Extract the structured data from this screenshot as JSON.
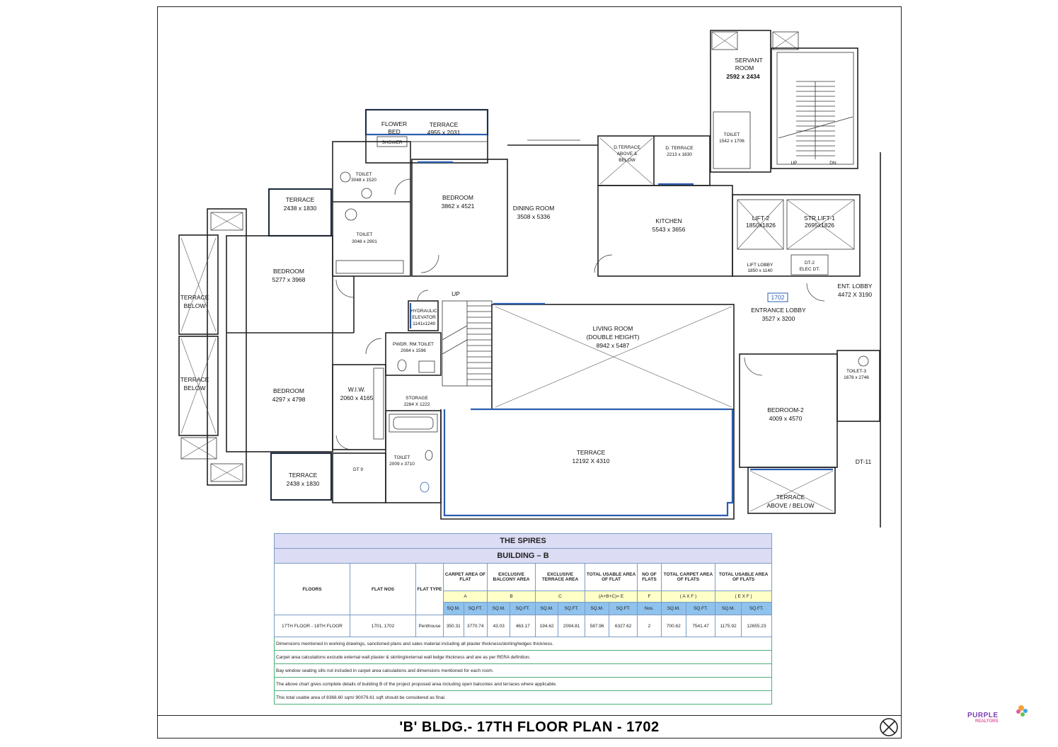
{
  "rooms": {
    "servant": {
      "name": "SERVANT",
      "name2": "ROOM",
      "dim": "2592 x 2434"
    },
    "flower_bed": {
      "name": "FLOWER",
      "name2": "BED"
    },
    "terrace_top": {
      "name": "TERRACE",
      "dim": "4955 x 2031"
    },
    "shower": {
      "name": "SHOWER"
    },
    "toilet1": {
      "name": "TOILET",
      "dim": "3048 x 1520"
    },
    "toilet2": {
      "name": "TOILET",
      "dim": "3048 x 2901"
    },
    "bedroom_top": {
      "name": "BEDROOM",
      "dim": "3862 x 4521"
    },
    "dining": {
      "name": "DINING ROOM",
      "dim": "3508 x 5336"
    },
    "dterrace1": {
      "name": "D.TERRACE",
      "name2": "ABOVE &",
      "name3": "BELOW"
    },
    "dterrace2": {
      "name": "D. TERRACE",
      "dim": "2213 x 1830"
    },
    "toilet_servant": {
      "name": "TOILET",
      "dim": "1542 x 1706"
    },
    "kitchen": {
      "name": "KITCHEN",
      "dim": "5543 x 3656"
    },
    "terrace_left_top": {
      "name": "TERRACE",
      "dim": "2438 x 1830"
    },
    "bedroom_left_top": {
      "name": "BEDROOM",
      "dim": "5277 x 3968"
    },
    "terrace_below1": {
      "name": "TERRACE",
      "name2": "BELOW"
    },
    "terrace_below2": {
      "name": "TERRACE",
      "name2": "BELOW"
    },
    "hydraulic": {
      "name": "HYDRAULIC",
      "name2": "ELEVATOR",
      "dim": "1141x1249"
    },
    "up": {
      "name": "UP"
    },
    "pwdr": {
      "name": "PWDR. RM.TOILET",
      "dim": "2084 x 1596"
    },
    "living": {
      "name": "LIVING ROOM",
      "name2": "(DOUBLE HEIGHT)",
      "dim": "8942 x 5487"
    },
    "lift2": {
      "name": "LIFT-2",
      "dim": "1850x1826"
    },
    "str_lift": {
      "name": "STR.LIFT-1",
      "dim": "2695x1826"
    },
    "lift_lobby": {
      "name": "LIFT LOBBY",
      "dim": "1850 x 1140"
    },
    "dt2": {
      "name": "DT-2",
      "name2": "ELEC DT."
    },
    "ent_lobby": {
      "name": "ENT. LOBBY",
      "dim": "4472 X 3190"
    },
    "flat_no": {
      "name": "1702"
    },
    "entrance_lobby": {
      "name": "ENTRANCE LOBBY",
      "dim": "3527 x 3200"
    },
    "wiw": {
      "name": "W.I.W.",
      "dim": "2060 x 4165"
    },
    "bedroom_left_bottom": {
      "name": "BEDROOM",
      "dim": "4297 x 4798"
    },
    "storage": {
      "name": "STORAGE",
      "dim": "2284 X 1222"
    },
    "toilet3": {
      "name": "TOILET-3",
      "dim": "1678 x 2746"
    },
    "bedroom2": {
      "name": "BEDROOM-2",
      "dim": "4009 x 4570"
    },
    "toilet_bottom": {
      "name": "TOILET",
      "dim": "2009 x 3710"
    },
    "terrace_center": {
      "name": "TERRACE",
      "dim": "12192 X 4310"
    },
    "dt9": {
      "name": "DT 9"
    },
    "terrace_left_bottom": {
      "name": "TERRACE",
      "dim": "2438 x 1830"
    },
    "dt11": {
      "name": "DT-11"
    },
    "terrace_above_below": {
      "name": "TERRACE",
      "name2": "ABOVE / BELOW"
    },
    "stair_up": {
      "name": "UP"
    },
    "stair_dn": {
      "name": "DN"
    }
  },
  "table": {
    "title": "THE SPIRES",
    "subtitle": "BUILDING – B",
    "headers": {
      "floors": "FLOORS",
      "flat_nos": "FLAT NOS",
      "flat_type": "FLAT TYPE",
      "carpet": "CARPET AREA OF FLAT",
      "balcony": "EXCLUSIVE BALCONY AREA",
      "terrace": "EXCLUSIVE TERRACE AREA",
      "total_usable": "TOTAL USABLE AREA OF FLAT",
      "no_flats": "NO OF FLATS",
      "total_carpet": "TOTAL CARPET AREA OF FLATS",
      "total_usable_flats": "TOTAL USABLE AREA OF FLATS"
    },
    "codes": {
      "a": "A",
      "b": "B",
      "c": "C",
      "e": "(A+B+C)= E",
      "f": "F",
      "axf": "( A X F )",
      "exf": "( E X F )"
    },
    "units": {
      "sqm": "SQ.M.",
      "sqft": "SQ.FT.",
      "nos": "Nos."
    },
    "row": {
      "floors": "17TH FLOOR - 18TH FLOOR",
      "flat_nos": "1701, 1702",
      "flat_type": "Penthouse",
      "carpet_sqm": "350.31",
      "carpet_sqft": "3770.74",
      "balcony_sqm": "43.03",
      "balcony_sqft": "463.17",
      "terrace_sqm": "194.62",
      "terrace_sqft": "2094.81",
      "usable_sqm": "587.96",
      "usable_sqft": "6327.62",
      "no_flats": "2",
      "tc_sqm": "700.62",
      "tc_sqft": "7541.47",
      "tu_sqm": "1175.92",
      "tu_sqft": "12655.23"
    },
    "notes": [
      "Dimensions mentioned in working drawings, sanctioned plans and sales material including all plaster thickness/skirting/ledges thickness.",
      "Carpet area calculations exclude external wall plaster & skirting/external wall ledge thickness and are as per RERA definition.",
      "Bay window seating sills not included in carpet area calculations and dimensions mentioned for each room.",
      "The above chart gives complete details of building B of the project proposed area including open balconies and terraces where applicable.",
      "This total usable area of 8368.60 sqm/ 90079.61 sqft should be considered as final."
    ]
  },
  "sheet_title": "'B' BLDG.- 17TH FLOOR PLAN - 1702",
  "logo": {
    "name": "PURPLE",
    "sub": "REALTORS"
  },
  "colors": {
    "glass": "#2a5db0",
    "table_header": "#dcdcf5",
    "table_yellow": "#ffffc8",
    "table_blue": "#8fc2ec"
  }
}
